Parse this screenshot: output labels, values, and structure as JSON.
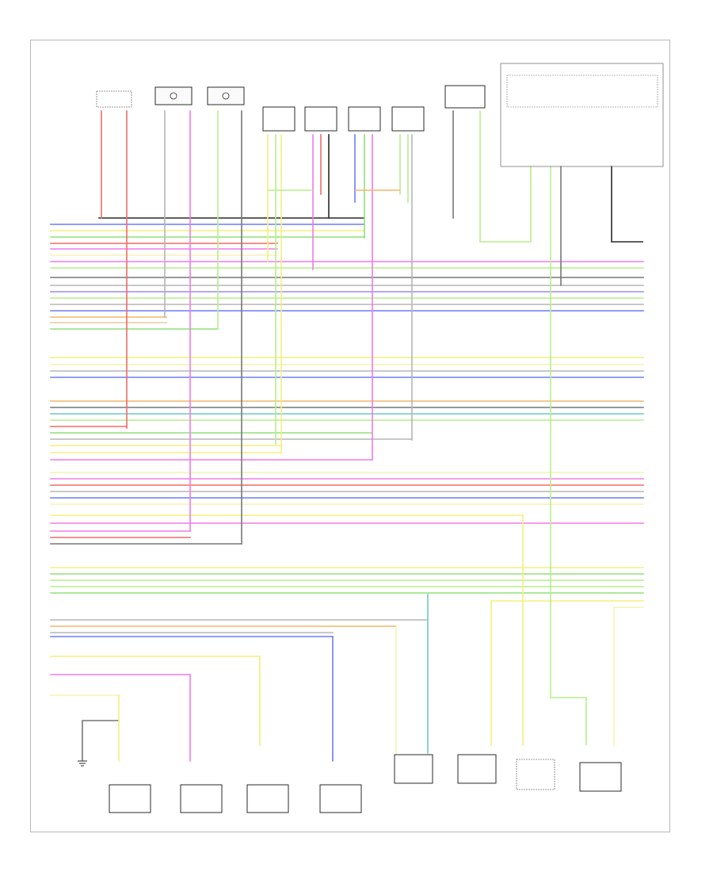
{
  "diagram": {
    "reference_code": "",
    "colors": {
      "border": "#b8b8b8",
      "black": "#2a2a2a",
      "gray": "#b5b5b5",
      "red": "#f06a6a",
      "pink": "#f27ae8",
      "violet": "#9a8cf0",
      "blue": "#6c7df2",
      "green": "#8fe07a",
      "lightgreen": "#b7ee8c",
      "yellow": "#f3f07a",
      "lightyellow": "#f6f4b0",
      "orange": "#f2b66a",
      "brown": "#c79c6d",
      "teal": "#6fc9c9",
      "tan": "#e8c9a0",
      "darkgray": "#777777"
    },
    "top_components": [
      {
        "id": "c1",
        "label": "",
        "kind": "sensor"
      },
      {
        "id": "c2",
        "label": "",
        "kind": "sensor"
      },
      {
        "id": "c3",
        "label": "",
        "kind": "motor"
      },
      {
        "id": "c4",
        "label": "",
        "kind": "motor"
      },
      {
        "id": "c5",
        "label": "",
        "kind": "switch"
      },
      {
        "id": "c6",
        "label": "",
        "kind": "switch"
      },
      {
        "id": "c7",
        "label": "",
        "kind": "switch"
      },
      {
        "id": "c8",
        "label": "",
        "kind": "switch"
      },
      {
        "id": "c9",
        "label": "",
        "kind": "switch"
      },
      {
        "id": "c10",
        "label": "",
        "kind": "module"
      }
    ],
    "bottom_components": [
      {
        "id": "b1",
        "label": "",
        "kind": "ignition"
      },
      {
        "id": "b2",
        "label": "",
        "kind": "ignition"
      },
      {
        "id": "b3",
        "label": "",
        "kind": "ignition"
      },
      {
        "id": "b4",
        "label": "",
        "kind": "ignition"
      },
      {
        "id": "b5",
        "label": "",
        "kind": "o2-sensor"
      },
      {
        "id": "b6",
        "label": "",
        "kind": "o2-sensor"
      },
      {
        "id": "b7",
        "label": "",
        "kind": "temp-sensor"
      },
      {
        "id": "b8",
        "label": "",
        "kind": "temp-sensor"
      }
    ]
  }
}
